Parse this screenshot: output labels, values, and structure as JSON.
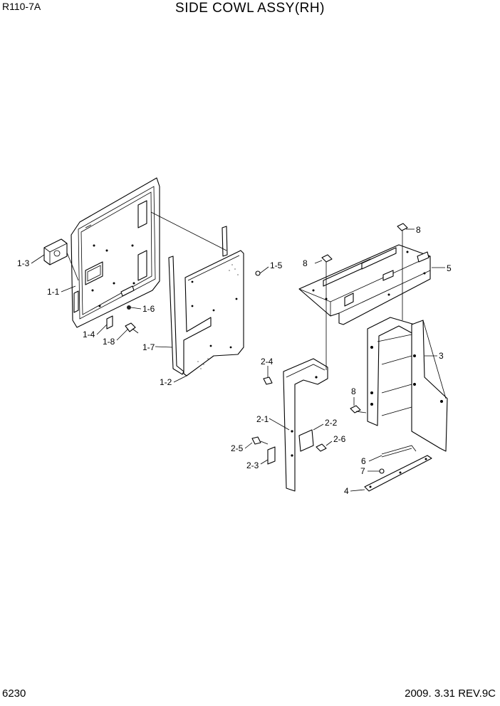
{
  "header": {
    "model": "R110-7A",
    "title": "SIDE COWL ASSY(RH)"
  },
  "footer": {
    "page": "6230",
    "date_rev": "2009. 3.31  REV.9C"
  },
  "callouts": {
    "c1_1": "1-1",
    "c1_2": "1-2",
    "c1_3": "1-3",
    "c1_4": "1-4",
    "c1_5": "1-5",
    "c1_6": "1-6",
    "c1_7": "1-7",
    "c1_8": "1-8",
    "c2_1": "2-1",
    "c2_2": "2-2",
    "c2_3": "2-3",
    "c2_4": "2-4",
    "c2_5": "2-5",
    "c2_6": "2-6",
    "c3": "3",
    "c4": "4",
    "c5": "5",
    "c6": "6",
    "c7": "7",
    "c8a": "8",
    "c8b": "8",
    "c8c": "8"
  }
}
